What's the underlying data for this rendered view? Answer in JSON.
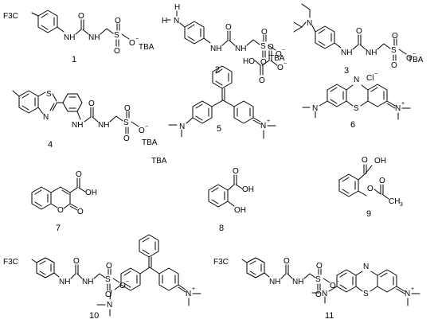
{
  "compounds": [
    {
      "number": "1",
      "counterion": "TBA",
      "substituent": "F3C"
    },
    {
      "number": "2",
      "counterion": "TBA"
    },
    {
      "number": "3",
      "counterion": "TBA"
    },
    {
      "number": "4",
      "counterion": "TBA"
    },
    {
      "number": "5"
    },
    {
      "number": "6",
      "counterion": "Cl"
    },
    {
      "number": "7"
    },
    {
      "number": "8"
    },
    {
      "number": "9"
    },
    {
      "number": "10",
      "substituent": "F3C"
    },
    {
      "number": "11",
      "substituent": "F3C"
    }
  ]
}
